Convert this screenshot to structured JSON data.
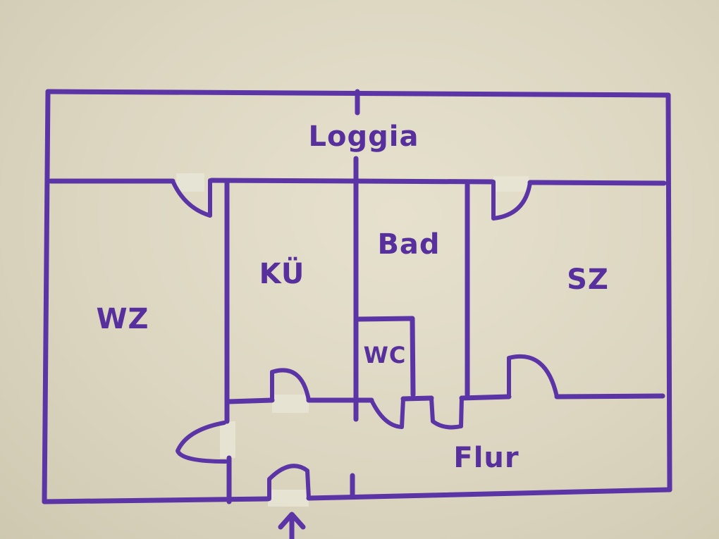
{
  "rooms": {
    "loggia": "Loggia",
    "kueche": "KÜ",
    "bad": "Bad",
    "wz": "WZ",
    "sz": "SZ",
    "wc": "WC",
    "flur": "Flur"
  },
  "colors": {
    "marker": "#5b34a6",
    "paper": "#dcd6c1"
  }
}
